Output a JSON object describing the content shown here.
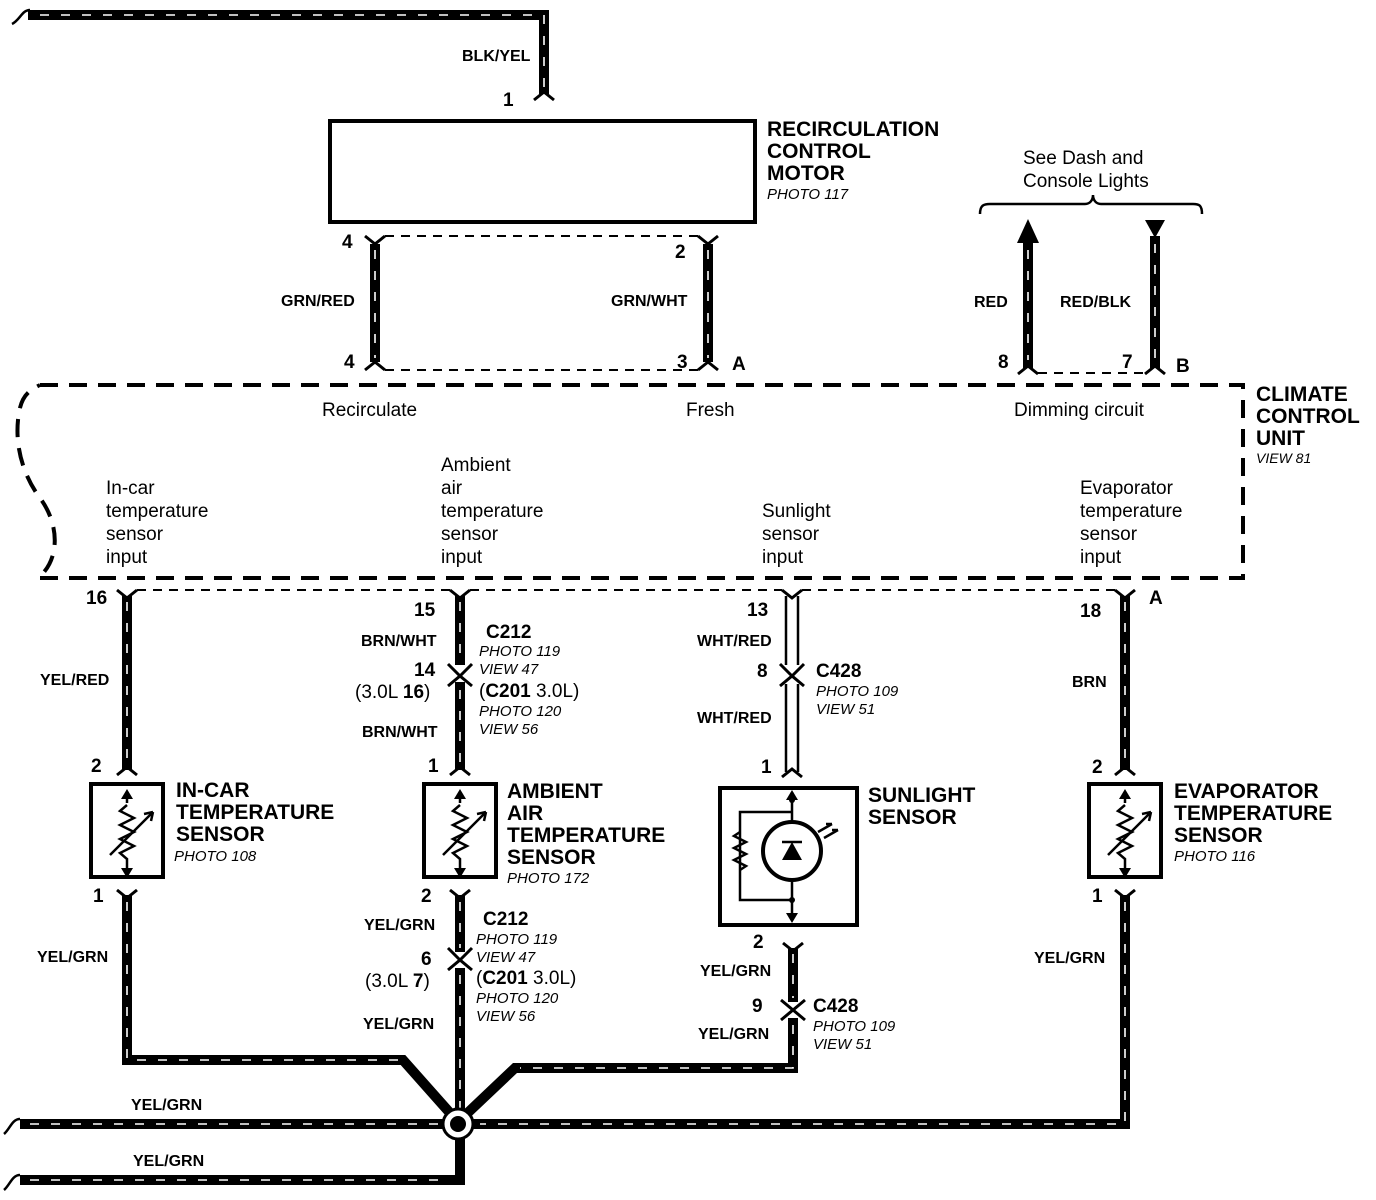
{
  "motor": {
    "name": [
      "RECIRCULATION",
      "CONTROL",
      "MOTOR"
    ],
    "photo": "PHOTO 117",
    "pin_top": "1",
    "pin_left": "4",
    "pin_right": "2",
    "feed_wire": "BLK/YEL"
  },
  "wires_top": {
    "left_color": "GRN/RED",
    "right_color": "GRN/WHT",
    "left_pin": "4",
    "right_pin": "3",
    "conn_letter": "A"
  },
  "dash_lights": {
    "ref": [
      "See Dash and",
      "Console Lights"
    ],
    "wire_left": "RED",
    "wire_right": "RED/BLK",
    "pin_left": "8",
    "pin_right": "7",
    "conn_letter": "B"
  },
  "ccu": {
    "name": [
      "CLIMATE",
      "CONTROL",
      "UNIT"
    ],
    "view": "VIEW 81",
    "functions": {
      "recirculate": "Recirculate",
      "fresh": "Fresh",
      "dimming": "Dimming circuit"
    },
    "inputs": {
      "incar": [
        "In-car",
        "temperature",
        "sensor",
        "input"
      ],
      "ambient": [
        "Ambient",
        "air",
        "temperature",
        "sensor",
        "input"
      ],
      "sunlight": [
        "Sunlight",
        "sensor",
        "input"
      ],
      "evap": [
        "Evaporator",
        "temperature",
        "sensor",
        "input"
      ]
    }
  },
  "incar": {
    "pin_ccu": "16",
    "wire": "YEL/RED",
    "pin_top": "2",
    "pin_bottom": "1",
    "name": [
      "IN-CAR",
      "TEMPERATURE",
      "SENSOR"
    ],
    "photo": "PHOTO 108",
    "ground_wire": "YEL/GRN"
  },
  "ambient": {
    "pin_ccu": "15",
    "wire_top": "BRN/WHT",
    "c212_top": {
      "conn": "C212",
      "photo": "PHOTO 119",
      "view": "VIEW 47"
    },
    "pin_14": "14",
    "alt_pin_top_pre": "(3.0L ",
    "alt_pin_top_num": "16",
    "alt_pin_top_post": ")",
    "c201_top": {
      "pre": "(",
      "conn": "C201",
      "post": " 3.0L)",
      "photo": "PHOTO 120",
      "view": "VIEW 56"
    },
    "wire_mid": "BRN/WHT",
    "pin_top": "1",
    "pin_bottom": "2",
    "name": [
      "AMBIENT",
      "AIR",
      "TEMPERATURE",
      "SENSOR"
    ],
    "photo": "PHOTO 172",
    "wire_low": "YEL/GRN",
    "c212_bot": {
      "conn": "C212",
      "photo": "PHOTO 119",
      "view": "VIEW 47"
    },
    "pin_6": "6",
    "alt_pin_bot_pre": "(3.0L ",
    "alt_pin_bot_num": "7",
    "alt_pin_bot_post": ")",
    "c201_bot": {
      "pre": "(",
      "conn": "C201",
      "post": " 3.0L)",
      "photo": "PHOTO 120",
      "view": "VIEW 56"
    },
    "wire_bottom": "YEL/GRN"
  },
  "sunlight": {
    "pin_ccu": "13",
    "wire_top": "WHT/RED",
    "pin_8": "8",
    "c428_top": {
      "conn": "C428",
      "photo": "PHOTO 109",
      "view": "VIEW 51"
    },
    "wire_mid": "WHT/RED",
    "pin_top": "1",
    "name": [
      "SUNLIGHT",
      "SENSOR"
    ],
    "pin_bottom": "2",
    "wire_low": "YEL/GRN",
    "pin_9": "9",
    "c428_bot": {
      "conn": "C428",
      "photo": "PHOTO 109",
      "view": "VIEW 51"
    },
    "wire_bottom": "YEL/GRN"
  },
  "evap": {
    "pin_ccu": "18",
    "conn_letter": "A",
    "wire": "BRN",
    "pin_top": "2",
    "pin_bottom": "1",
    "name": [
      "EVAPORATOR",
      "TEMPERATURE",
      "SENSOR"
    ],
    "photo": "PHOTO 116",
    "ground_wire": "YEL/GRN"
  },
  "bus": {
    "upper": "YEL/GRN",
    "lower": "YEL/GRN"
  }
}
